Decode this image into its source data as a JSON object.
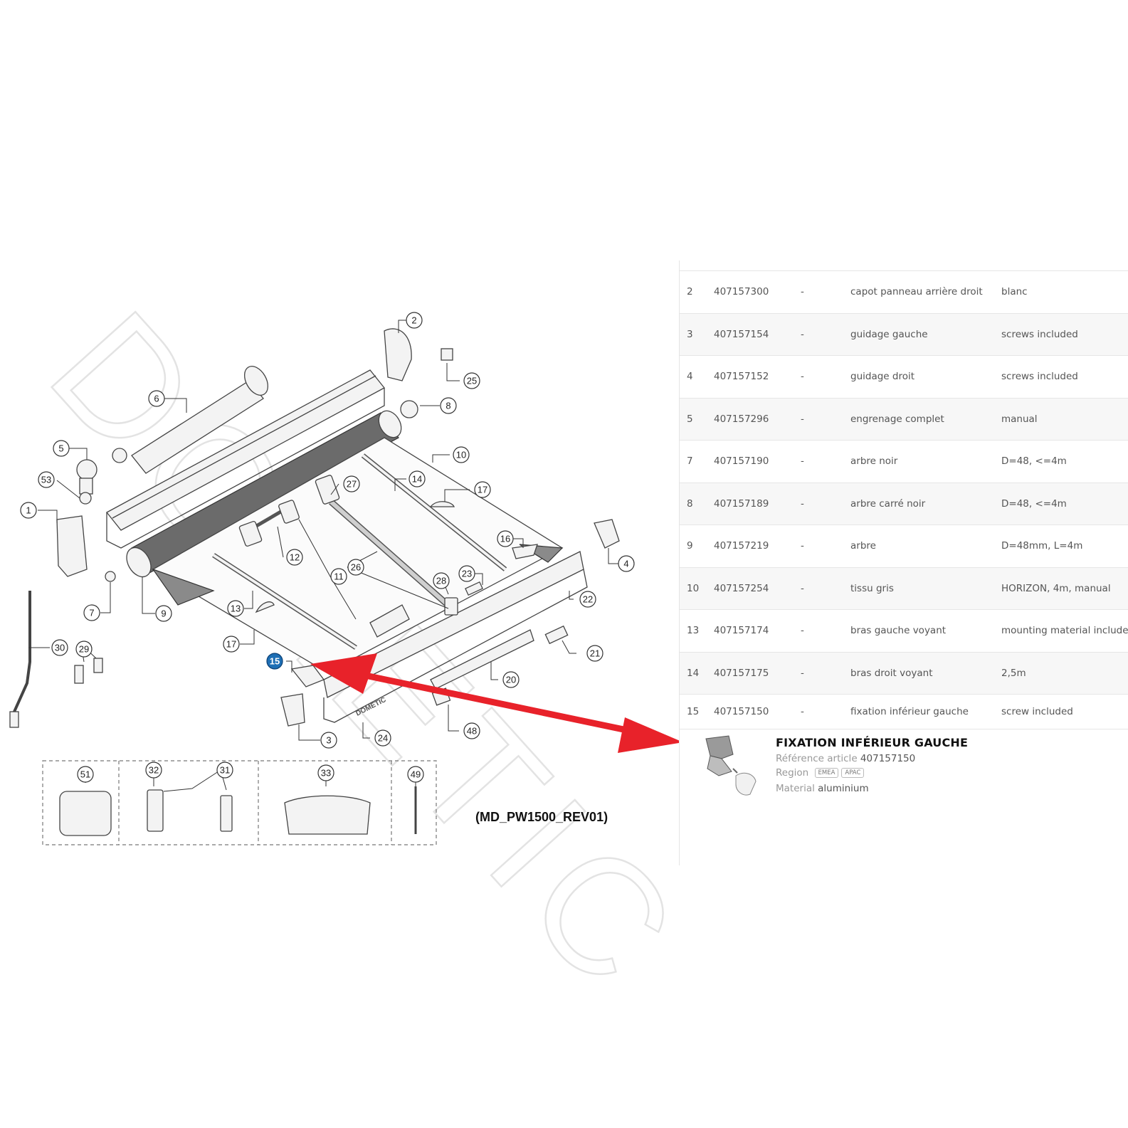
{
  "watermark": "DOMETIC",
  "drawing_code": "(MD_PW1500_REV01)",
  "callouts": [
    "1",
    "2",
    "3",
    "4",
    "5",
    "6",
    "7",
    "8",
    "9",
    "10",
    "11",
    "12",
    "13",
    "14",
    "15",
    "16",
    "17",
    "17",
    "20",
    "21",
    "22",
    "23",
    "24",
    "25",
    "26",
    "27",
    "28",
    "29",
    "30",
    "31",
    "32",
    "33",
    "48",
    "49",
    "51",
    "53"
  ],
  "logo_text": "DOMETIC",
  "highlight_color": "#1e6fb5",
  "arrow_color": "#e8222a",
  "parts": [
    {
      "num": "2",
      "ref": "407157300",
      "qty": "-",
      "desc": "capot panneau arrière droit",
      "note": "blanc"
    },
    {
      "num": "3",
      "ref": "407157154",
      "qty": "-",
      "desc": "guidage gauche",
      "note": "screws included"
    },
    {
      "num": "4",
      "ref": "407157152",
      "qty": "-",
      "desc": "guidage droit",
      "note": "screws included"
    },
    {
      "num": "5",
      "ref": "407157296",
      "qty": "-",
      "desc": "engrenage complet",
      "note": "manual"
    },
    {
      "num": "7",
      "ref": "407157190",
      "qty": "-",
      "desc": "arbre noir",
      "note": "D=48, <=4m"
    },
    {
      "num": "8",
      "ref": "407157189",
      "qty": "-",
      "desc": "arbre carré noir",
      "note": "D=48, <=4m"
    },
    {
      "num": "9",
      "ref": "407157219",
      "qty": "-",
      "desc": "arbre",
      "note": "D=48mm, L=4m"
    },
    {
      "num": "10",
      "ref": "407157254",
      "qty": "-",
      "desc": "tissu gris",
      "note": "HORIZON, 4m, manual"
    },
    {
      "num": "13",
      "ref": "407157174",
      "qty": "-",
      "desc": "bras gauche voyant",
      "note": "mounting material included"
    },
    {
      "num": "14",
      "ref": "407157175",
      "qty": "-",
      "desc": "bras droit voyant",
      "note": "2,5m"
    },
    {
      "num": "15",
      "ref": "407157150",
      "qty": "-",
      "desc": "fixation inférieur gauche",
      "note": "screw included"
    }
  ],
  "detail": {
    "title": "FIXATION INFÉRIEUR GAUCHE",
    "ref_label": "Référence article",
    "ref_value": "407157150",
    "region_label": "Region",
    "regions": [
      "EMEA",
      "APAC"
    ],
    "material_label": "Material",
    "material_value": "aluminium"
  }
}
